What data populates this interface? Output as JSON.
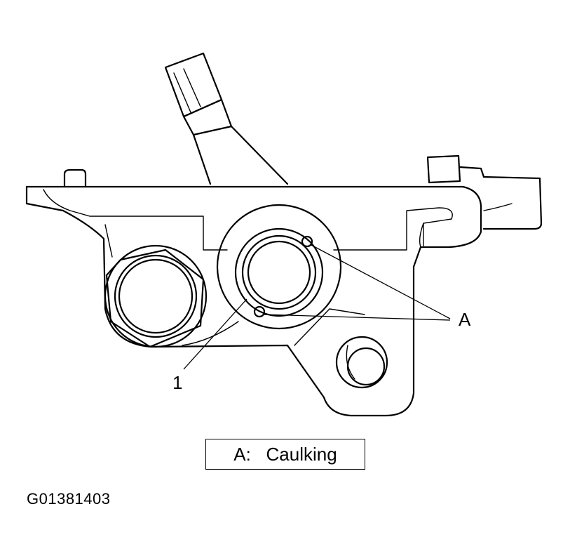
{
  "callouts": {
    "part_1": "1",
    "part_a": "A"
  },
  "legend": {
    "key": "A:",
    "separator": "   ",
    "description": "Caulking"
  },
  "figure_code": "G01381403",
  "colors": {
    "line": "#000000",
    "background": "#ffffff"
  }
}
